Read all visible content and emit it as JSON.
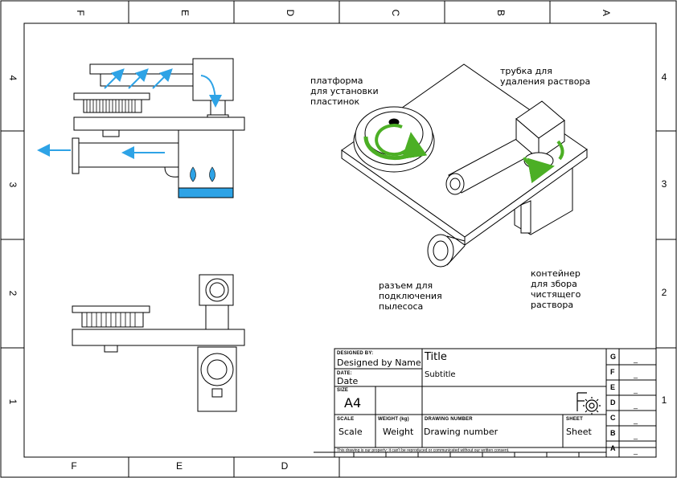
{
  "zones": {
    "columns_top": [
      "F",
      "E",
      "D",
      "C",
      "B",
      "A"
    ],
    "columns_bottom": [
      "F",
      "E",
      "D"
    ],
    "rows_left": [
      "4",
      "3",
      "2",
      "1"
    ],
    "rows_right": [
      "4",
      "3",
      "2",
      "1"
    ]
  },
  "callouts": {
    "platform": "платформа\nдля установки\nпластинок",
    "tube": "трубка для\nудаления раствора",
    "connector": "разъем для\nподключения\nпылесоса",
    "container": "контейнер\nдля збора\nчистящего\nраствора"
  },
  "title_block": {
    "designed_by_label": "DESIGNED BY:",
    "designed_by": "Designed by Name",
    "date_label": "DATE:",
    "date": "Date",
    "title": "Title",
    "subtitle": "Subtitle",
    "size_label": "SIZE",
    "size": "A4",
    "scale_label": "SCALE",
    "scale": "Scale",
    "weight_label": "WEIGHT (kg)",
    "weight": "Weight",
    "drawing_number_label": "DRAWING NUMBER",
    "drawing_number": "Drawing number",
    "sheet_label": "SHEET",
    "sheet": "Sheet",
    "notice": "This drawing is our property; it can't be reproduced or communicated without our written consent.",
    "revisions": [
      "G",
      "F",
      "E",
      "D",
      "C",
      "B",
      "A"
    ],
    "revision_values": [
      "_",
      "_",
      "_",
      "_",
      "_",
      "_",
      "_"
    ]
  },
  "colors": {
    "accent_blue": "#2ea3e6",
    "accent_green": "#4caf25",
    "line": "#000000"
  },
  "logo": "gear-logo"
}
